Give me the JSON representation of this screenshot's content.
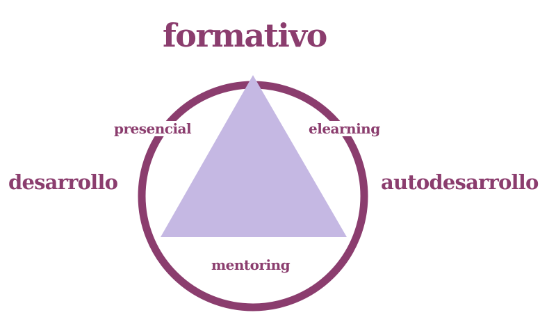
{
  "diagram": {
    "top_label": "formativo",
    "left_label": "desarrollo",
    "right_label": "autodesarrollo",
    "top_left_label": "presencial",
    "top_right_label": "elearning",
    "bottom_label": "mentoring"
  },
  "colors": {
    "ring": "#8b3d6e",
    "triangle": "#c5b8e3",
    "text": "#8b3d6e",
    "background": "#ffffff"
  }
}
